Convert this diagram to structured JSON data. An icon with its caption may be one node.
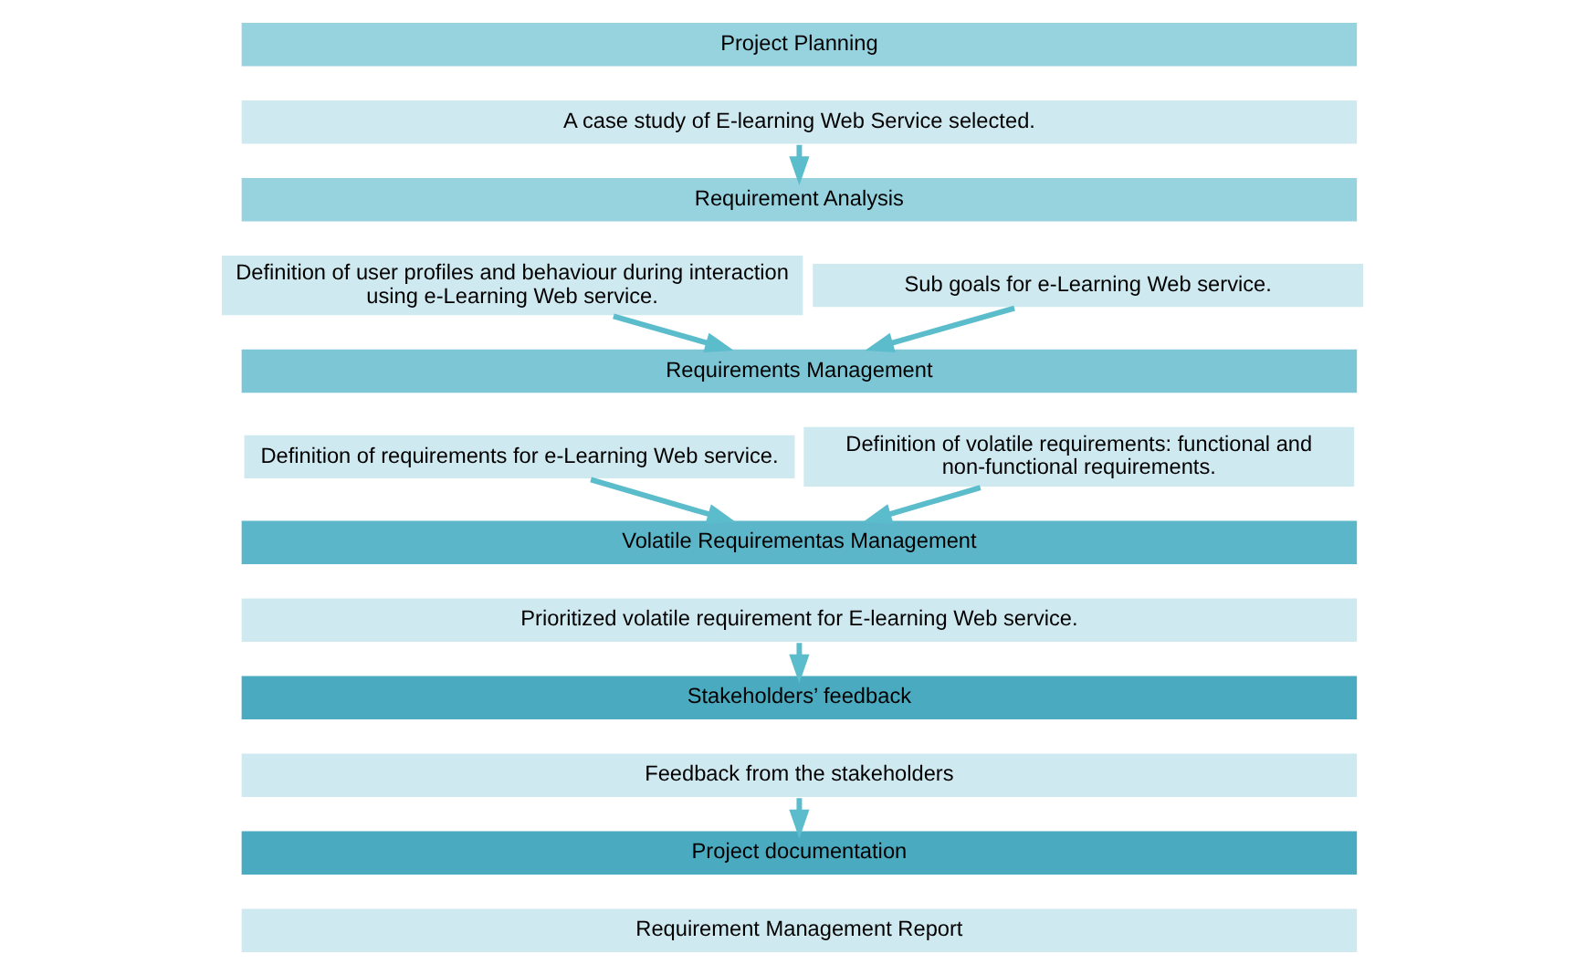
{
  "diagram": {
    "nodes": [
      {
        "text": [
          "Project Planning"
        ]
      },
      {
        "text": [
          "A case study of E-learning Web Service selected."
        ]
      },
      {
        "text": [
          "Requirement Analysis"
        ]
      },
      {
        "text": [
          "Definition of user profiles and behaviour during interaction using e-Learning Web service."
        ]
      },
      {
        "text": [
          "Sub goals for e-Learning Web service."
        ]
      },
      {
        "text": [
          "Requirements Management"
        ]
      },
      {
        "text": [
          "Definition of requirements for e-Learning Web service."
        ]
      },
      {
        "text": [
          "Definition of volatile requirements: functional and non-functional requirements."
        ]
      },
      {
        "text": [
          "Volatile Requirementas Management"
        ]
      },
      {
        "text": [
          "Prioritized volatile requirement for E-learning Web service."
        ]
      },
      {
        "text": [
          "Stakeholders’ feedback"
        ]
      },
      {
        "text": [
          "Feedback from the stakeholders"
        ]
      },
      {
        "text": [
          "Project documentation"
        ]
      },
      {
        "text": [
          "Requirement Management Report"
        ]
      }
    ],
    "edges": [
      {
        "from": 1,
        "to": 2,
        "arrow": "to"
      },
      {
        "from": 3,
        "to": 5,
        "arrow": "to"
      },
      {
        "from": 4,
        "to": 5,
        "arrow": "to"
      },
      {
        "from": 6,
        "to": 8,
        "arrow": "to"
      },
      {
        "from": 7,
        "to": 8,
        "arrow": "to"
      },
      {
        "from": 9,
        "to": 10,
        "arrow": "to"
      },
      {
        "from": 11,
        "to": 12,
        "arrow": "to"
      }
    ]
  }
}
